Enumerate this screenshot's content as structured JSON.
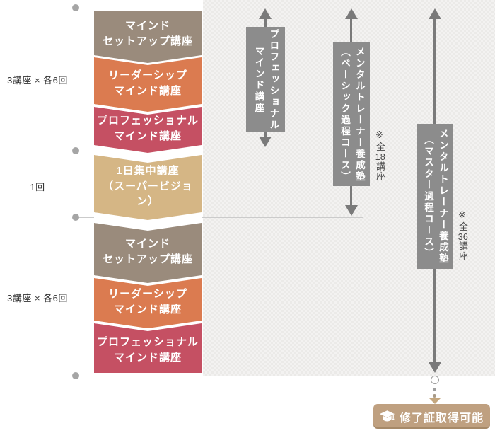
{
  "left_labels": {
    "group1": "3講座 × 各6回",
    "middle": "1回",
    "group2": "3講座 × 各6回"
  },
  "course_groups": {
    "top": [
      {
        "line1": "マインド",
        "line2": "セットアップ講座"
      },
      {
        "line1": "リーダーシップ",
        "line2": "マインド講座"
      },
      {
        "line1": "プロフェッショナル",
        "line2": "マインド講座"
      }
    ],
    "middle": {
      "line1": "1日集中講座",
      "line2": "（スーパービジョン）"
    },
    "bottom": [
      {
        "line1": "マインド",
        "line2": "セットアップ講座"
      },
      {
        "line1": "リーダーシップ",
        "line2": "マインド講座"
      },
      {
        "line1": "プロフェッショナル",
        "line2": "マインド講座"
      }
    ]
  },
  "tracks": [
    {
      "line1": "プロフェッショナル",
      "line2": "マインド講座"
    },
    {
      "line1": "メンタルトレーナー養成塾",
      "line2": "（ベーシック過程コース）",
      "note_prefix": "※全",
      "note_count": "18",
      "note_suffix": "講座"
    },
    {
      "line1": "メンタルトレーナー養成塾",
      "line2": "（マスター過程コース）",
      "note_prefix": "※全",
      "note_count": "36",
      "note_suffix": "講座"
    }
  ],
  "badge": {
    "label": "修了証取得可能",
    "icon": "graduation-cap-icon"
  },
  "colors": {
    "mind_setup": "#9a8b7c",
    "leadership": "#db7b50",
    "professional": "#c55063",
    "one_day": "#d5b685",
    "track_bar": "#8c8c8c",
    "badge": "#bfa080",
    "guide_line": "#cbcbcb"
  }
}
